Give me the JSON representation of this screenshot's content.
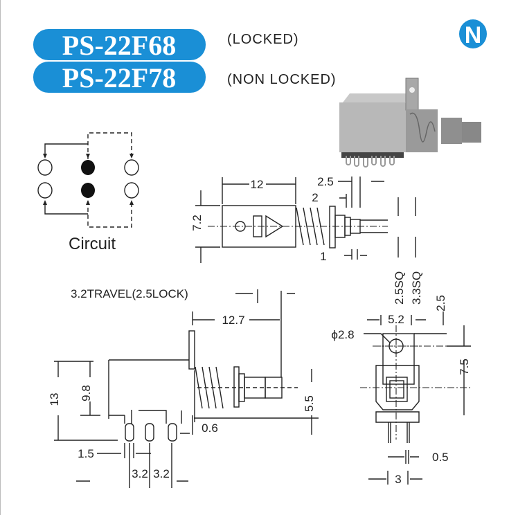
{
  "header": {
    "model_locked": "PS-22F68",
    "model_non_locked": "PS-22F78",
    "locked_label": "(LOCKED)",
    "non_locked_label": "(NON LOCKED)",
    "logo_letter": "N",
    "brand_color": "#1a8fd6"
  },
  "circuit": {
    "title": "Circuit"
  },
  "top_view": {
    "width": "12",
    "height": "7.2",
    "d1": "2.5",
    "d2": "2",
    "d3": "1",
    "sq1": "2.5SQ",
    "sq2": "3.3SQ"
  },
  "side_view": {
    "travel": "3.2TRAVEL(2.5LOCK)",
    "length": "12.7",
    "height": "13",
    "body_height": "9.8",
    "axis_height": "5.5",
    "thickness": "0.6",
    "pin_width": "1.5",
    "pitch1": "3.2",
    "pitch2": "3.2"
  },
  "front_view": {
    "bracket_width": "5.2",
    "bracket_top": "2.5",
    "hole": "ϕ2.8",
    "hole_to_axis": "7.5",
    "pin_thickness": "0.5",
    "pin_spacing": "3"
  }
}
